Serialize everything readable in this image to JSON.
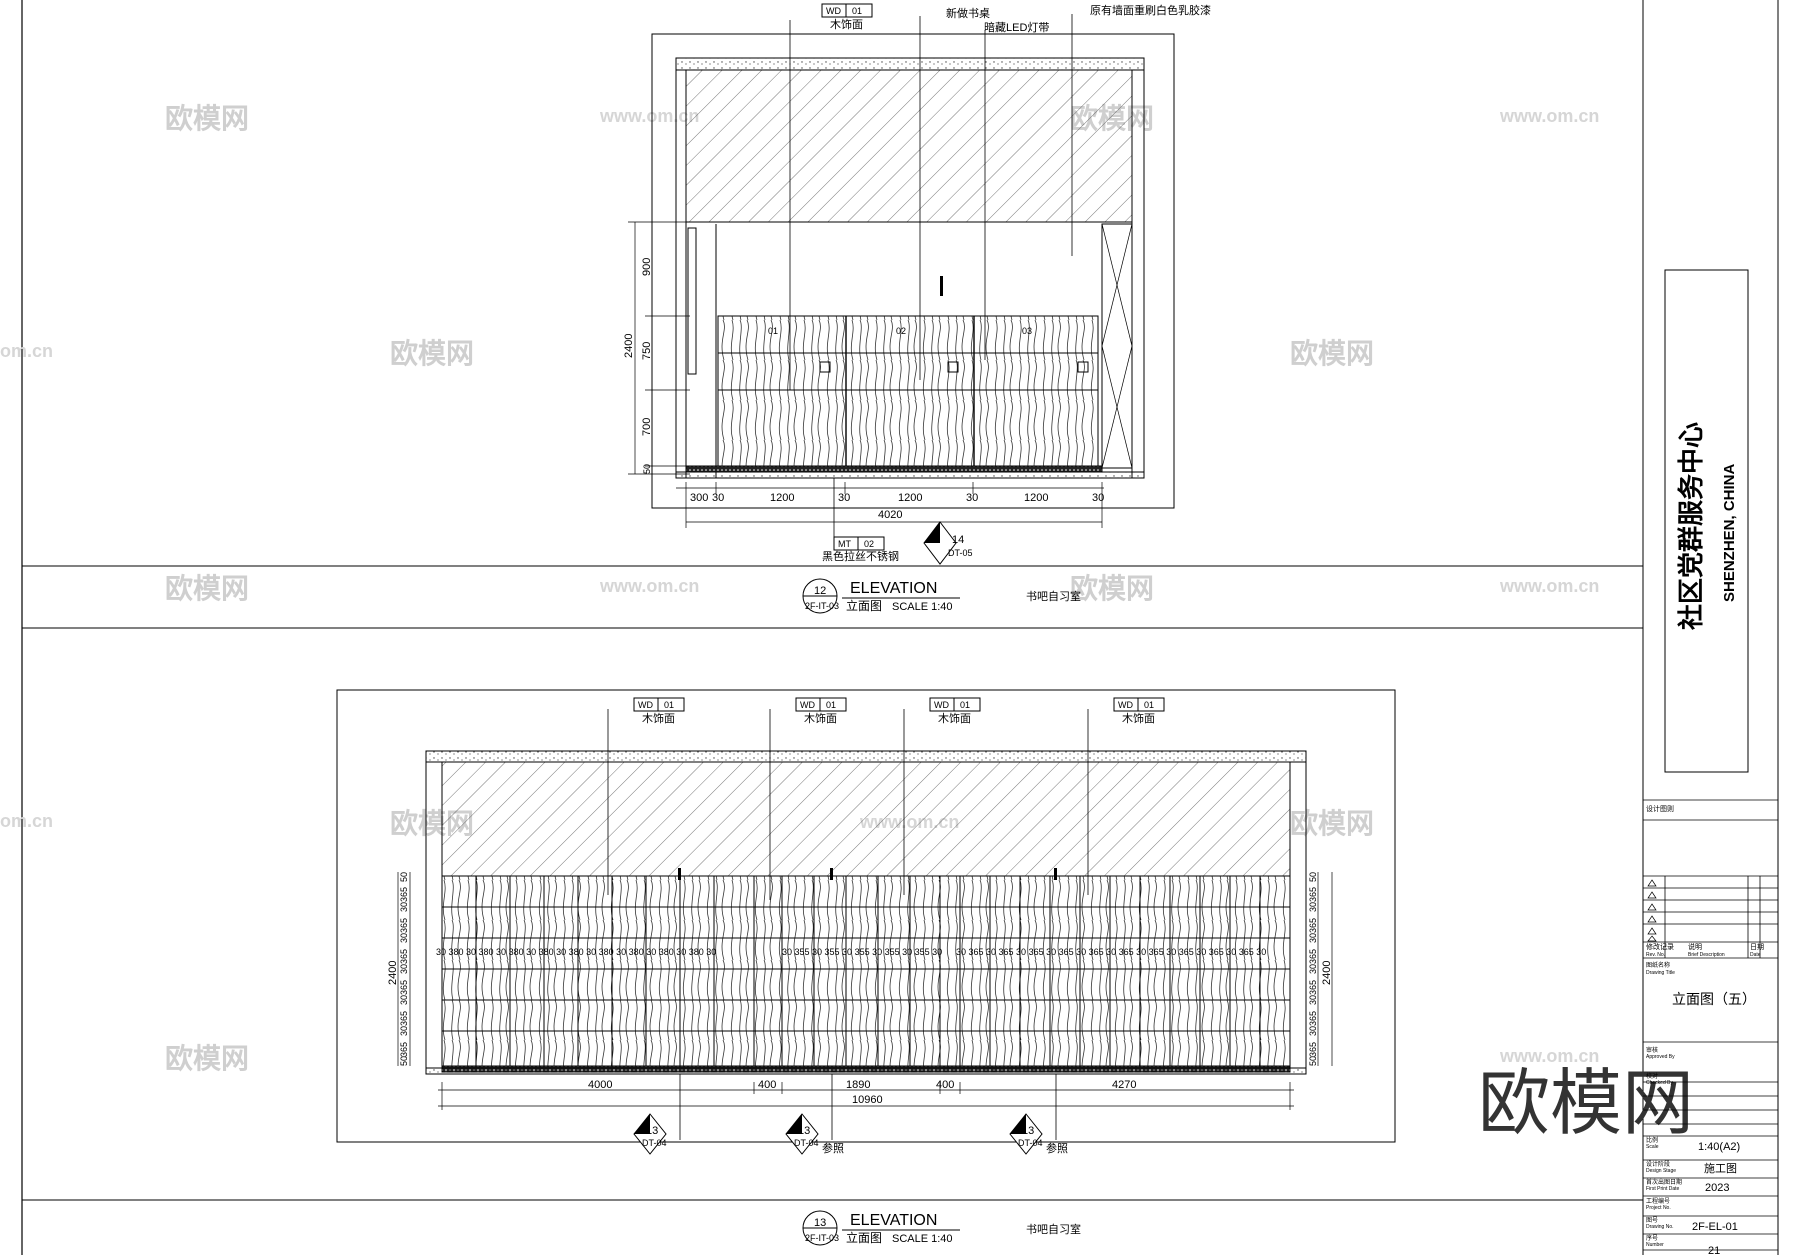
{
  "watermark": {
    "brand": "欧模网",
    "url": "www.om.cn",
    "url_fragment": "om.cn",
    "big_logo": "欧模网"
  },
  "elevation12": {
    "tags": {
      "wd": {
        "code": "WD",
        "num": "01",
        "label": "木饰面"
      },
      "mt": {
        "code": "MT",
        "num": "02",
        "label": "黑色拉丝不锈钢"
      }
    },
    "notes": {
      "desk": "新做书桌",
      "led": "暗藏LED灯带",
      "wall": "原有墙面重刷白色乳胶漆"
    },
    "desk_marks": [
      "01",
      "02",
      "03"
    ],
    "vdims": [
      "900",
      "750",
      "700",
      "50"
    ],
    "total_height": "2400",
    "hdims": [
      "300",
      "30",
      "1200",
      "30",
      "1200",
      "30",
      "1200",
      "30"
    ],
    "total_width": "4020",
    "detail": {
      "num": "14",
      "sheet": "DT-05"
    },
    "title": {
      "num": "12",
      "sheet": "2F-IT-03",
      "heading": "ELEVATION",
      "cn": "立面图",
      "scale": "SCALE  1:40",
      "room": "书吧自习室"
    }
  },
  "elevation13": {
    "tag": {
      "code": "WD",
      "num": "01",
      "label": "木饰面"
    },
    "row_dims_left": [
      "50",
      "365",
      "30",
      "365",
      "30",
      "365",
      "30",
      "365",
      "30",
      "365",
      "30",
      "365",
      "50"
    ],
    "row_dims_right": [
      "50",
      "365",
      "30",
      "365",
      "30",
      "365",
      "30",
      "365",
      "30",
      "365",
      "30",
      "365",
      "50"
    ],
    "total_height": "2400",
    "col_dims_left": "30 380 30 380 30 380 30 380 30 380 30 380 30 380 30 380 30 380 30",
    "col_dims_mid": "30 355 30 355 30 355 30 355 30 355 30",
    "col_dims_right": "30 365 30 365 30 365 30 365 30 365 30 365 30 365 30 365 30 365 30 365 30",
    "bottom_dims": [
      "4000",
      "400",
      "1890",
      "400",
      "4270"
    ],
    "total_width": "10960",
    "detail": {
      "num": "13",
      "sheet": "DT-04",
      "ref": "参照"
    },
    "title": {
      "num": "13",
      "sheet": "2F-IT-03",
      "heading": "ELEVATION",
      "cn": "立面图",
      "scale": "SCALE  1:40",
      "room": "书吧自习室"
    }
  },
  "title_block": {
    "project_cn": "社区党群服务中心",
    "project_en": "SHENZHEN, CHINA",
    "header_small": "设计图则",
    "rev_labels": [
      "修改记录",
      "说明",
      "日期"
    ],
    "rev_sub": [
      "Rev. No.",
      "Brief Description",
      "Date"
    ],
    "drawing_title_label": "图纸名称",
    "drawing_title_sub": "Drawing Title",
    "drawing_title": "立面图（五）",
    "approved_label": "审核",
    "approved_sub": "Approved By",
    "checked_label": "校对",
    "checked_sub": "Checked By",
    "scale_label": "比例",
    "scale_sub": "Scale",
    "scale_value": "1:40(A2)",
    "stage_label": "设计阶段",
    "stage_sub": "Design Stage",
    "stage_value": "施工图",
    "date_label": "首次出图日期",
    "date_sub": "First Print Date",
    "date_value": "2023",
    "project_no_label": "工程编号",
    "project_no_sub": "Project No.",
    "drawing_no_label": "图号",
    "drawing_no_sub": "Drawing No.",
    "drawing_no": "2F-EL-01",
    "seq_label": "序号",
    "seq_sub": "Number",
    "seq_value": "21"
  }
}
